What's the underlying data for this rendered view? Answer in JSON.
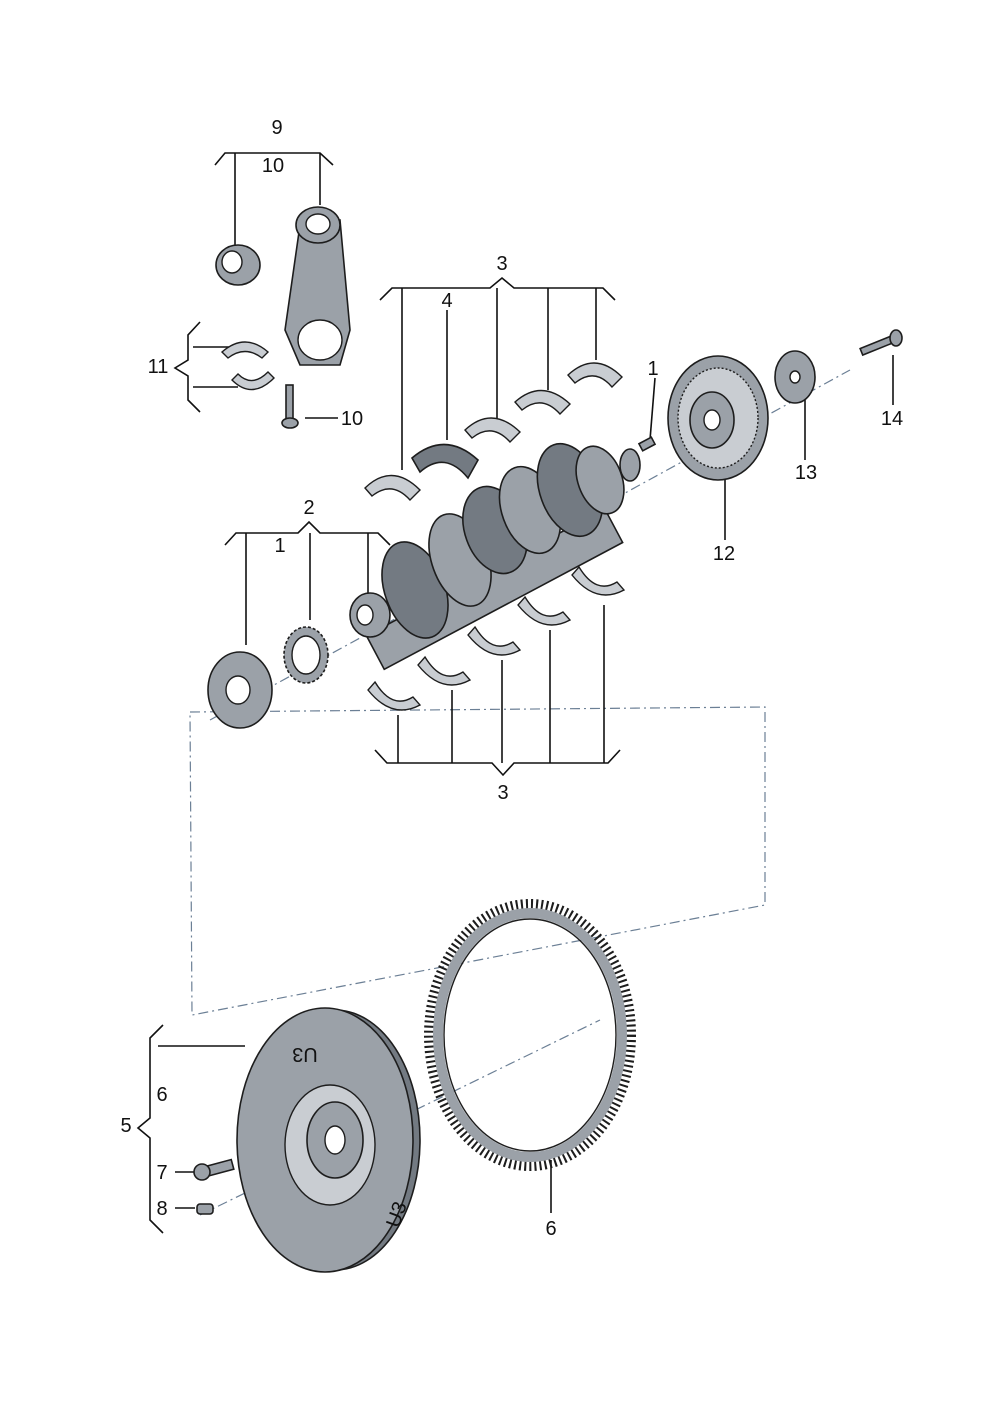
{
  "diagram": {
    "title": "Crankshaft, connecting rod, bearings and flywheel",
    "labels": {
      "conrod_set": "9",
      "conrod": "10",
      "conrod_bearing_shells": "11",
      "conrod_bolt": "10",
      "main_bearing_top": "3",
      "thrust_bearing": "4",
      "dowel_pin": "1",
      "pulley_bolt": "14",
      "washer_disc": "13",
      "vibration_damper": "12",
      "crankshaft_set": "2",
      "sprocket": "1",
      "main_bearing_bottom": "3",
      "flywheel_set": "5",
      "flywheel": "6",
      "flywheel_bolt": "7",
      "flywheel_pin": "8",
      "ring_gear": "6"
    },
    "stamps": [
      "U3",
      "U3"
    ],
    "colors": {
      "part": "#9ba1a8",
      "line": "#111111",
      "leader_dash": "#6b7f95"
    }
  }
}
